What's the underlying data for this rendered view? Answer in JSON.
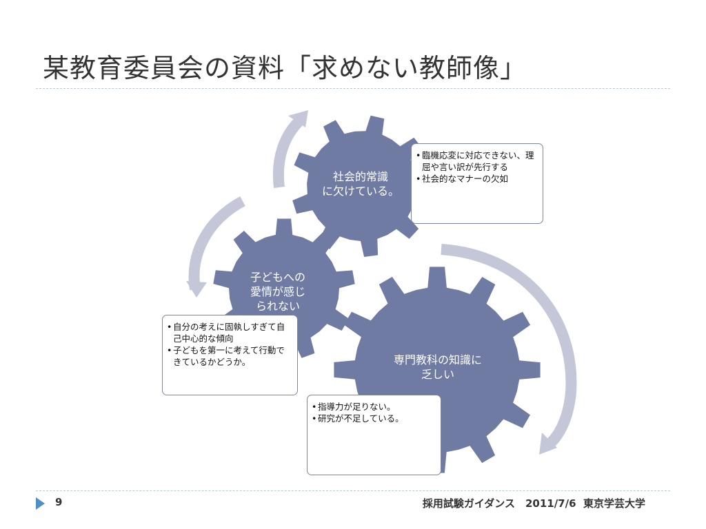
{
  "title": "某教育委員会の資料「求めない教師像」",
  "gears": [
    {
      "label_lines": [
        "社会的常識",
        "に欠けている。"
      ]
    },
    {
      "label_lines": [
        "子どもへの",
        "愛情が感じ",
        "られない"
      ]
    },
    {
      "label_lines": [
        "専門教科の知識に",
        "乏しい"
      ]
    }
  ],
  "callouts": [
    {
      "items": [
        "臨機応変に対応できない、理屈や言い訳が先行する",
        "社会的なマナーの欠如"
      ]
    },
    {
      "items": [
        "自分の考えに固執しすぎて自己中心的な傾向",
        "子どもを第一に考えて行動できているかどうか。"
      ]
    },
    {
      "items": [
        "指導力が足りない。",
        "研究が不足している。"
      ]
    }
  ],
  "footer": {
    "page_number": "9",
    "text": "採用試験ガイダンス　2011/7/6  東京学芸大学"
  },
  "colors": {
    "gear": "#6f7ba3",
    "arrow": "#c3c7d8",
    "callout_border": "#7a84a8",
    "accent_marker": "#4f8fc5"
  }
}
